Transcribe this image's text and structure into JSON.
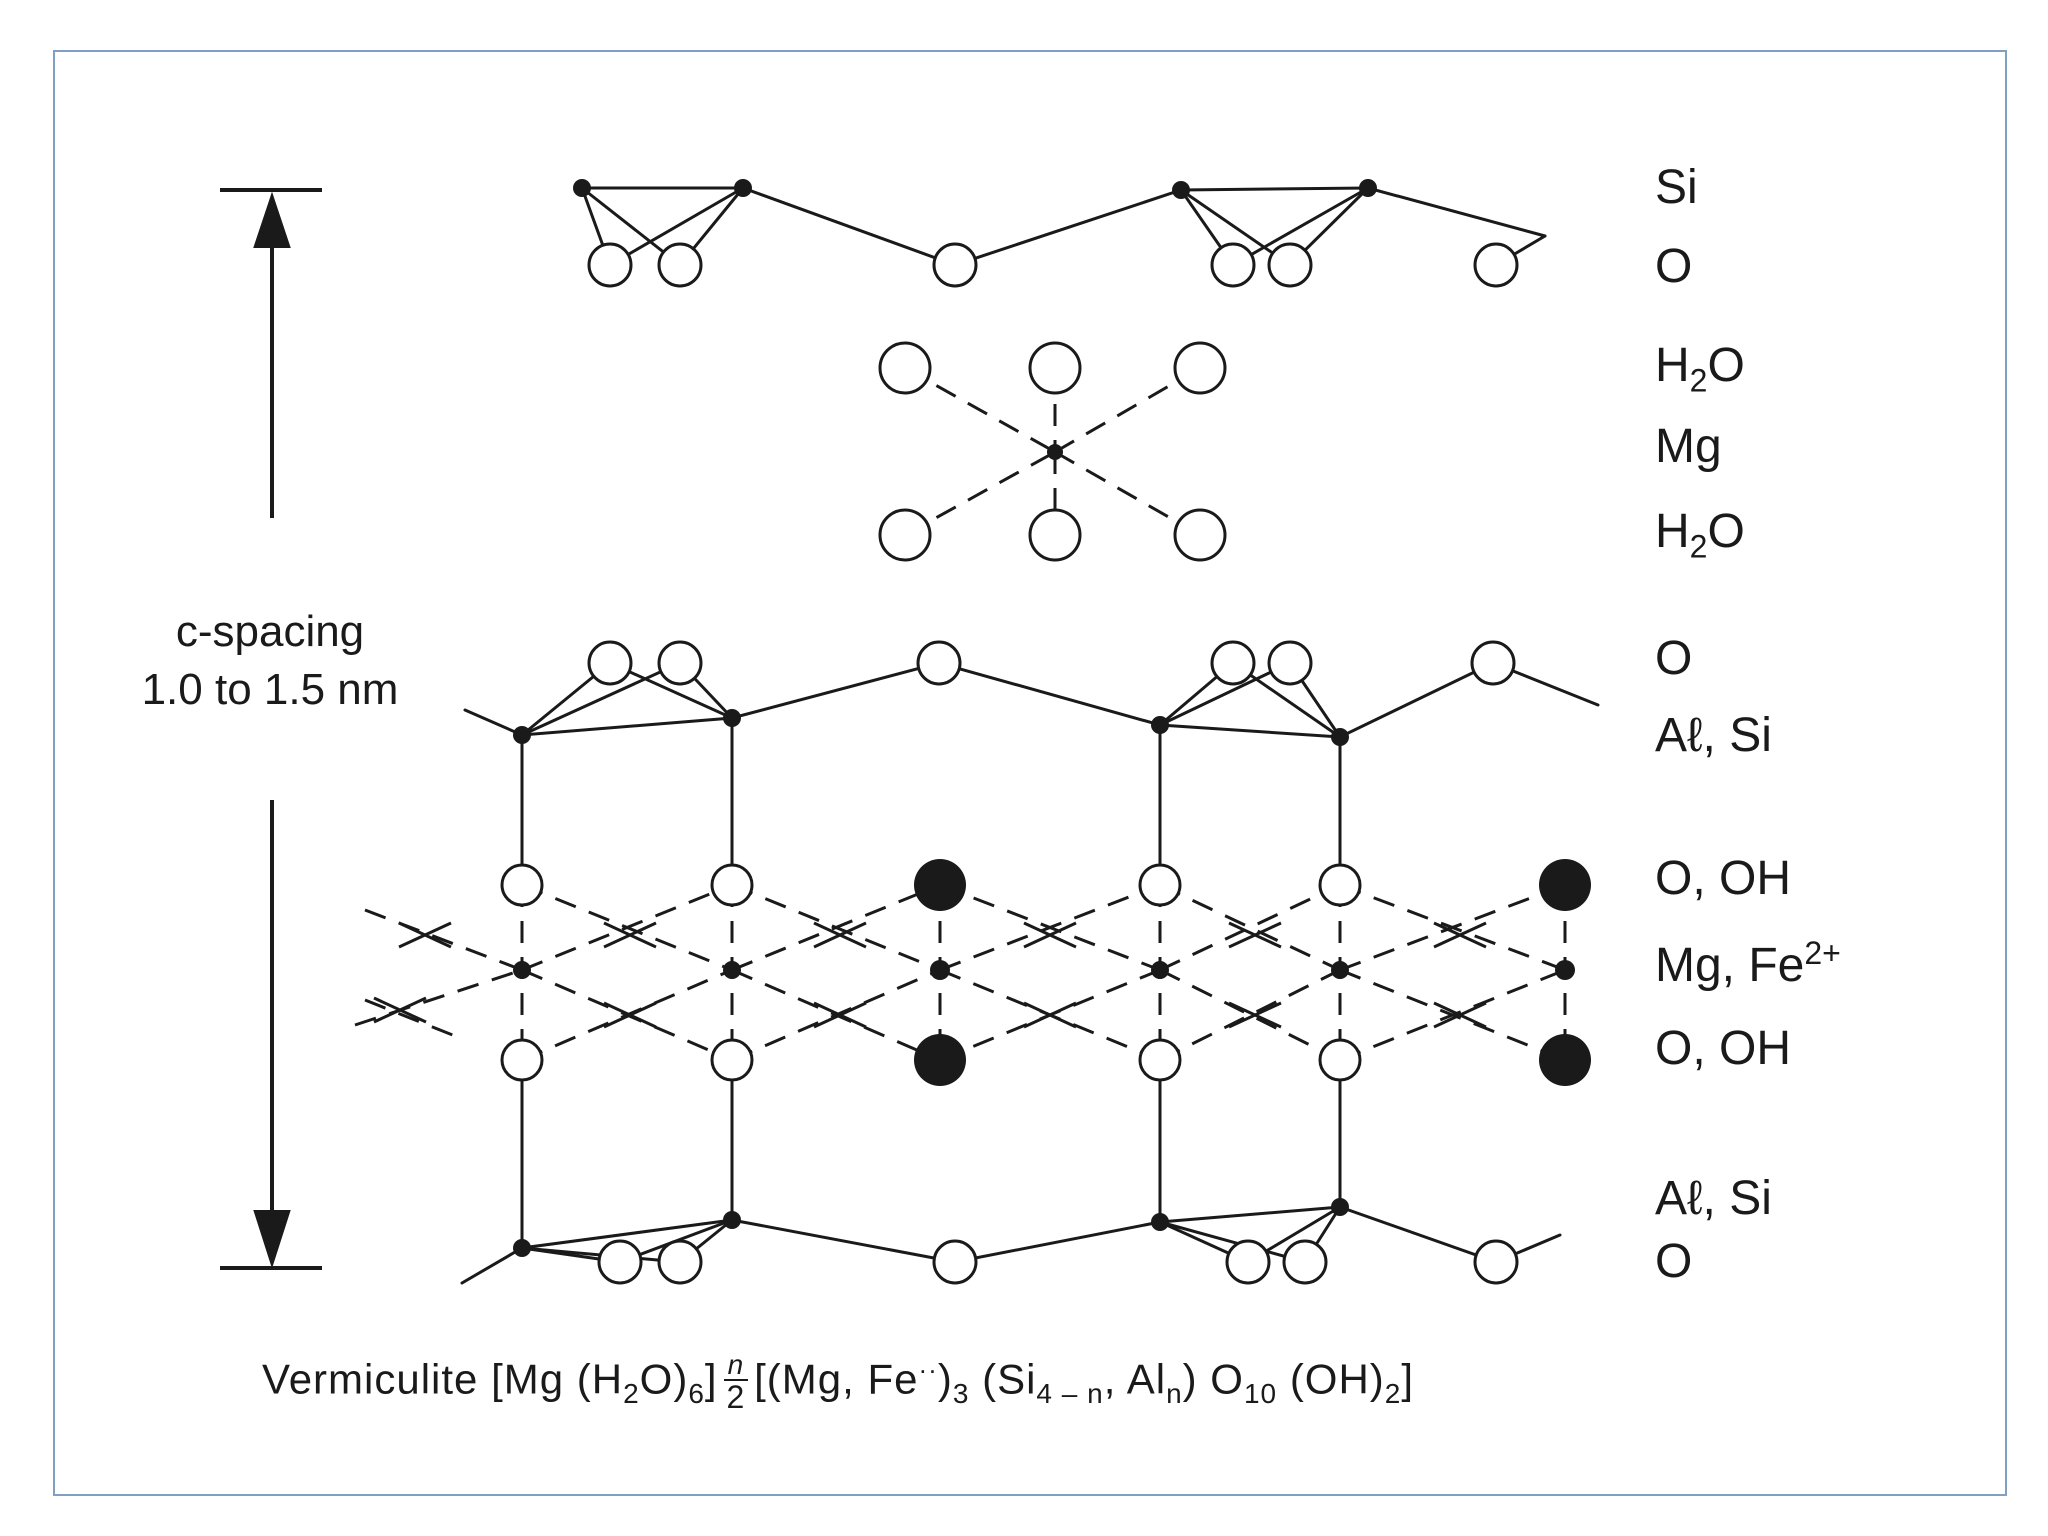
{
  "layer_labels": {
    "si_top": "Si",
    "o_top": "O",
    "h2o_top": "H",
    "h2o_top_sub": "2",
    "h2o_top_tail": "O",
    "mg": "Mg",
    "h2o_bottom": "H",
    "h2o_bottom_sub": "2",
    "h2o_bottom_tail": "O",
    "o_mid": "O",
    "alsi_top": "Aℓ, Si",
    "ooh_top": "O, OH",
    "mgfe": "Mg, Fe",
    "mgfe_sup": "2+",
    "ooh_bottom": "O, OH",
    "alsi_bottom": "Aℓ, Si",
    "o_bottom": "O"
  },
  "c_spacing": {
    "line1": "c-spacing",
    "line2": "1.0 to 1.5 nm"
  },
  "formula": {
    "name": "Vermiculite",
    "p1": "[Mg (H",
    "s1": "2",
    "p2": "O)",
    "s2": "6",
    "p3": "]",
    "frac_num": "n",
    "frac_den": "2",
    "p4": "[(Mg, Fe",
    "p4b": "··",
    "p5": ")",
    "s3": "3",
    "p6": "(Si",
    "s4": "4 – n",
    "p7": ", Al",
    "s5": "n",
    "p8": ") O",
    "s6": "10",
    "p9": "(OH)",
    "s7": "2",
    "p10": "]"
  },
  "colors": {
    "ink": "#1a1a1a",
    "frame": "#7f9fc4"
  }
}
